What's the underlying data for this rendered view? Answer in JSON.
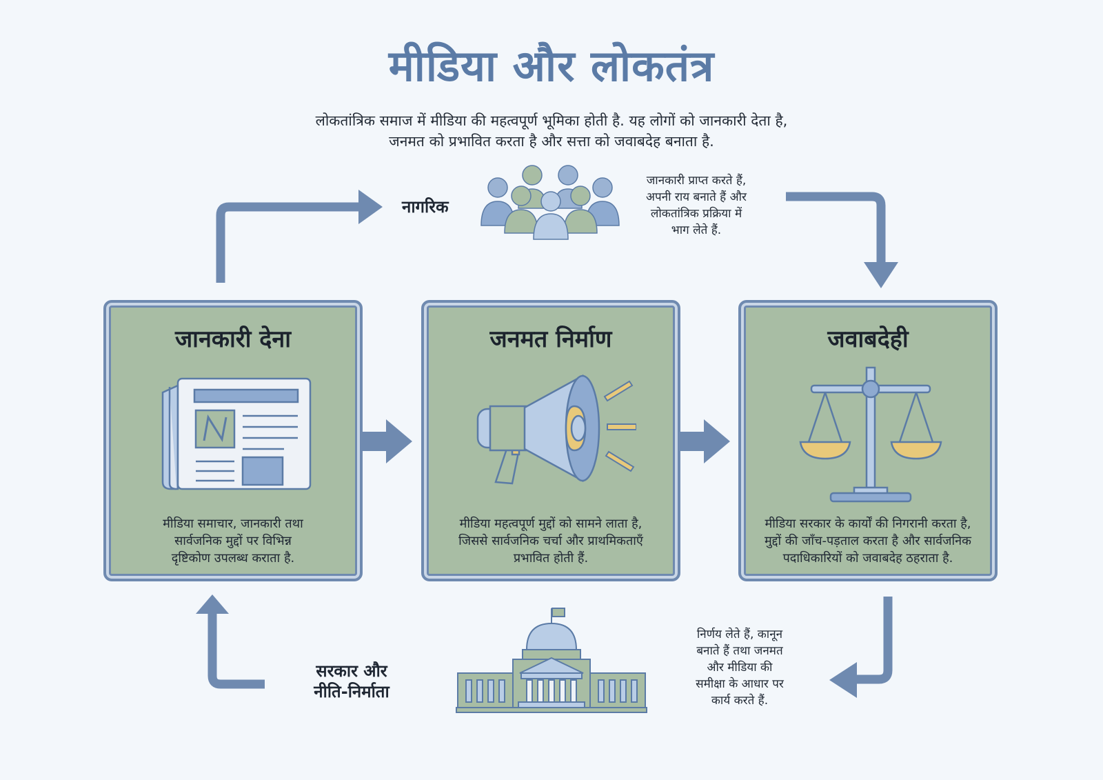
{
  "title": "मीडिया और लोकतंत्र",
  "subtitle": {
    "line1": "लोकतांत्रिक समाज में मीडिया की महत्वपूर्ण भूमिका होती है. यह लोगों को जानकारी देता है,",
    "line2": "जनमत को प्रभावित करता है और सत्ता को जवाबदेह बनाता है."
  },
  "citizens": {
    "label": "नागरिक",
    "icon": "people-group-icon",
    "note": [
      "जानकारी प्राप्त करते हैं,",
      "अपनी राय बनाते हैं और",
      "लोकतांत्रिक प्रक्रिया में",
      "भाग लेते हैं."
    ]
  },
  "cards": [
    {
      "title": "जानकारी देना",
      "icon": "newspaper-icon",
      "text": [
        "मीडिया समाचार, जानकारी तथा",
        "सार्वजनिक मुद्दों पर विभिन्न",
        "दृष्टिकोण उपलब्ध कराता है."
      ]
    },
    {
      "title": "जनमत निर्माण",
      "icon": "megaphone-icon",
      "text": [
        "मीडिया महत्वपूर्ण मुद्दों को सामने लाता है,",
        "जिससे सार्वजनिक चर्चा और प्राथमिकताएँ",
        "प्रभावित होती हैं."
      ]
    },
    {
      "title": "जवाबदेही",
      "icon": "balance-scale-icon",
      "text": [
        "मीडिया सरकार के कार्यों की निगरानी करता है,",
        "मुद्दों की जाँच-पड़ताल करता है और सार्वजनिक",
        "पदाधिकारियों को जवाबदेह ठहराता है."
      ]
    }
  ],
  "government": {
    "label": [
      "सरकार और",
      "नीति-निर्माता"
    ],
    "icon": "government-building-icon",
    "note": [
      "निर्णय लेते हैं, कानून",
      "बनाते हैं तथा जनमत",
      "और मीडिया की",
      "समीक्षा के आधार पर",
      "कार्य करते हैं."
    ]
  },
  "colors": {
    "background": "#f3f7fb",
    "title": "#5b7ba6",
    "arrow": "#6f8ab0",
    "card_fill": "#a8bda4",
    "accent_yellow": "#e8c97a",
    "light_blue": "#b9cde6"
  }
}
